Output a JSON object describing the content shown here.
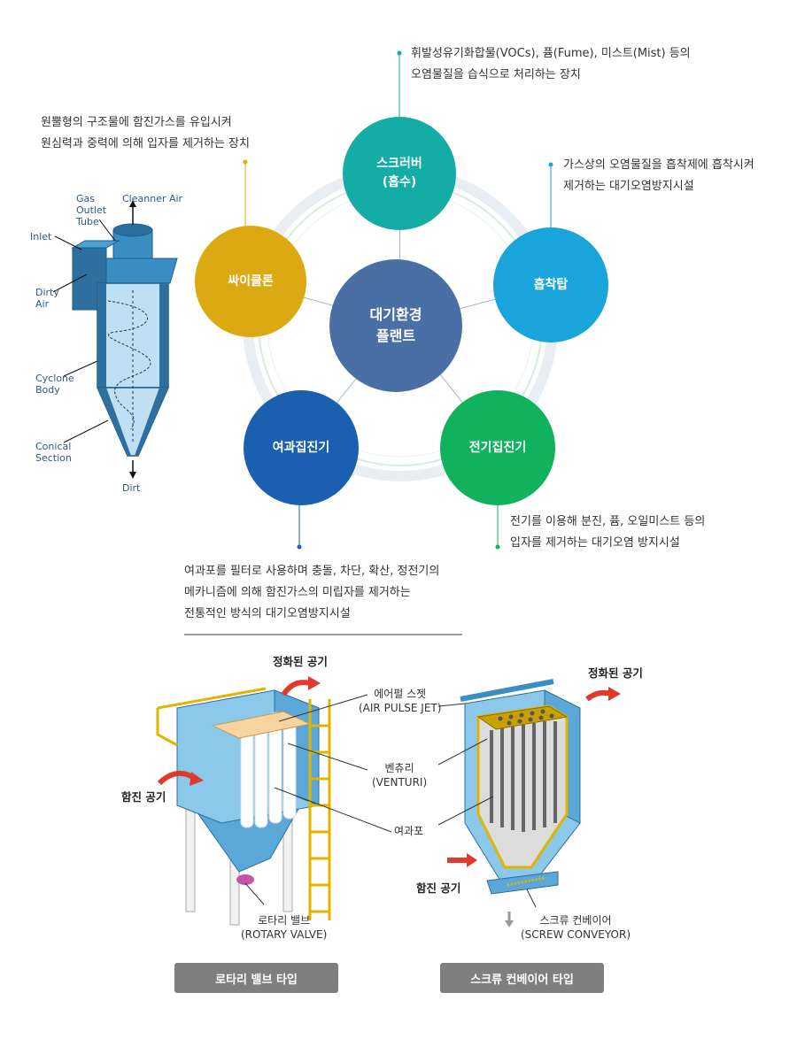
{
  "center": {
    "label": "대기환경\n플랜트",
    "color": "#4a6fa5"
  },
  "nodes": {
    "scrubber": {
      "label": "스크러버\n(흡수)",
      "color": "#14ada5",
      "desc": [
        "휘발성유기화합물(VOCs), 퓸(Fume), 미스트(Mist) 등의",
        "오염물질을 습식으로 처리하는 장치"
      ]
    },
    "adsorption": {
      "label": "흡착탑",
      "color": "#19a4dc",
      "desc": [
        "가스상의 오염물질을 흡착제에 흡착시켜",
        "제거하는 대기오염방지시설"
      ]
    },
    "esp": {
      "label": "전기집진기",
      "color": "#10b25d",
      "desc": [
        "전기를 이용해 분진, 퓸, 오일미스트 등의",
        "입자를 제거하는 대기오염 방지시설"
      ]
    },
    "bag": {
      "label": "여과집진기",
      "color": "#1a5fb0",
      "desc": [
        "여과포를 필터로 사용하며 충돌, 차단, 확산, 정전기의",
        "메카니즘에 의해 함진가스의 미립자를 제거하는",
        "전통적인 방식의 대기오염방지시설"
      ]
    },
    "cyclone": {
      "label": "싸이클론",
      "color": "#dca912",
      "desc": [
        "원뿔형의 구조물에 함진가스를 유입시켜",
        "원심력과 중력에 의해 입자를 제거하는 장치"
      ]
    }
  },
  "cyclone_diagram": {
    "gas_outlet": "Gas\nOutlet\nTube",
    "cleaner_air": "Cleanner Air",
    "inlet": "Inlet",
    "dirty_air": "Dirty\nAir",
    "cyclone_body": "Cyclone\nBody",
    "conical": "Conical\nSection",
    "dirt": "Dirt"
  },
  "rotary": {
    "clean_air": "정화된 공기",
    "dust_air": "함진 공기",
    "air_pulse": "에어펄 스젯\n(AIR PULSE JET)",
    "venturi": "벤츄리\n(VENTURI)",
    "filter": "여과포",
    "rotary_valve": "로타리 밸브\n(ROTARY VALVE)",
    "button": "로타리 밸브 타입"
  },
  "screw": {
    "clean_air": "정화된 공기",
    "dust_air": "함진 공기",
    "conveyor": "스크류 컨베이어\n(SCREW CONVEYOR)",
    "button": "스크류 컨베이어 타입"
  }
}
